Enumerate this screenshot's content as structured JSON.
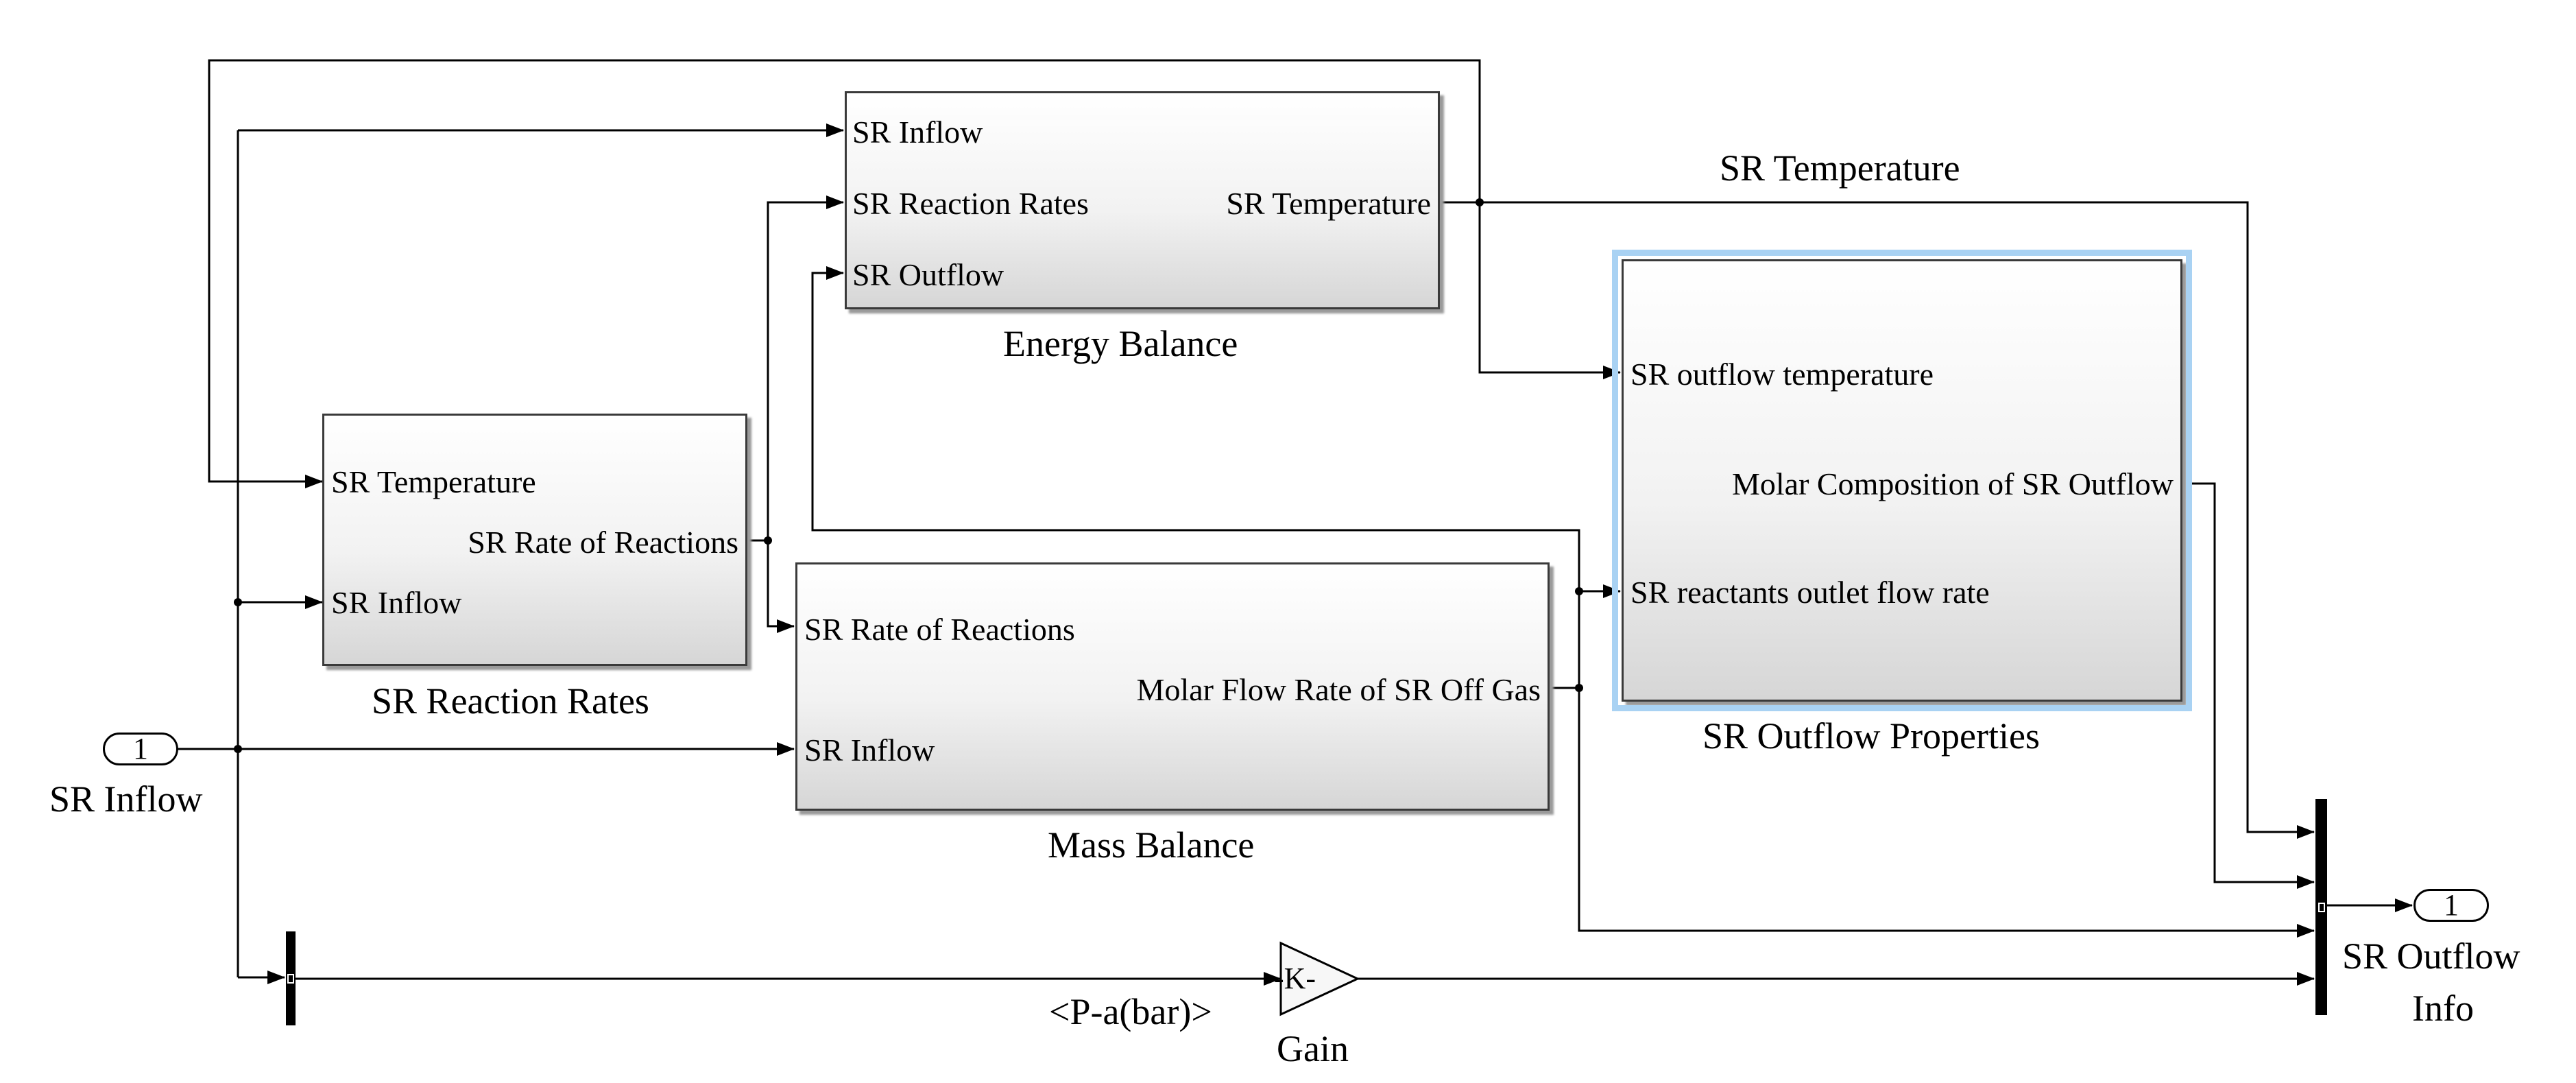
{
  "blocks": {
    "energy_balance": {
      "name": "Energy Balance",
      "inputs": [
        "SR Inflow",
        "SR Reaction Rates",
        "SR Outflow"
      ],
      "outputs": [
        "SR Temperature"
      ]
    },
    "reaction_rates": {
      "name": "SR Reaction Rates",
      "inputs": [
        "SR Temperature",
        "SR Inflow"
      ],
      "outputs": [
        "SR Rate  of Reactions"
      ]
    },
    "mass_balance": {
      "name": "Mass Balance",
      "inputs": [
        "SR Rate of Reactions",
        "SR Inflow"
      ],
      "outputs": [
        "Molar Flow Rate  of SR Off Gas"
      ]
    },
    "outflow_properties": {
      "name": "SR Outflow Properties",
      "inputs": [
        "SR outflow temperature",
        "SR reactants outlet flow rate"
      ],
      "outputs": [
        "Molar Composition of  SR Outflow"
      ]
    },
    "gain": {
      "name": "Gain",
      "symbol": "-K-"
    }
  },
  "ports": {
    "inport": {
      "number": "1",
      "name": "SR Inflow"
    },
    "outport": {
      "number": "1",
      "name_line1": "SR Outflow",
      "name_line2": "Info"
    }
  },
  "signals": {
    "temperature": "SR Temperature",
    "pressure": "<P-a(bar)>"
  },
  "colors": {
    "selection": "#a9d2f3",
    "line": "#000000"
  }
}
